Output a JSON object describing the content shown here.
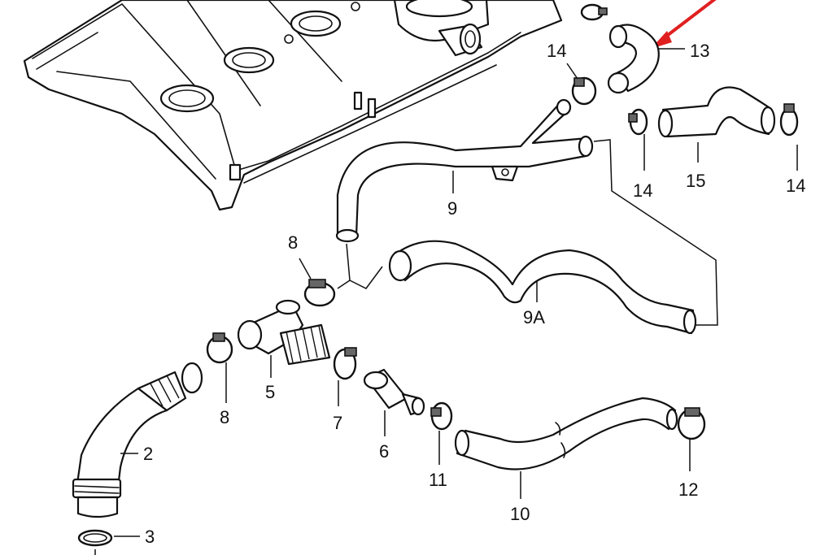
{
  "diagram": {
    "labels": [
      {
        "id": "p13",
        "text": "13"
      },
      {
        "id": "p14a",
        "text": "14"
      },
      {
        "id": "p14b",
        "text": "14"
      },
      {
        "id": "p15",
        "text": "15"
      },
      {
        "id": "p14c",
        "text": "14"
      },
      {
        "id": "p9",
        "text": "9"
      },
      {
        "id": "p8a",
        "text": "8"
      },
      {
        "id": "p9A",
        "text": "9A"
      },
      {
        "id": "p5",
        "text": "5"
      },
      {
        "id": "p8b",
        "text": "8"
      },
      {
        "id": "p7",
        "text": "7"
      },
      {
        "id": "p6",
        "text": "6"
      },
      {
        "id": "p11",
        "text": "11"
      },
      {
        "id": "p10",
        "text": "10"
      },
      {
        "id": "p12",
        "text": "12"
      },
      {
        "id": "p2",
        "text": "2"
      },
      {
        "id": "p3",
        "text": "3"
      }
    ],
    "colors": {
      "line": "#111111",
      "background": "#ffffff",
      "highlight_arrow": "#e02020"
    }
  }
}
